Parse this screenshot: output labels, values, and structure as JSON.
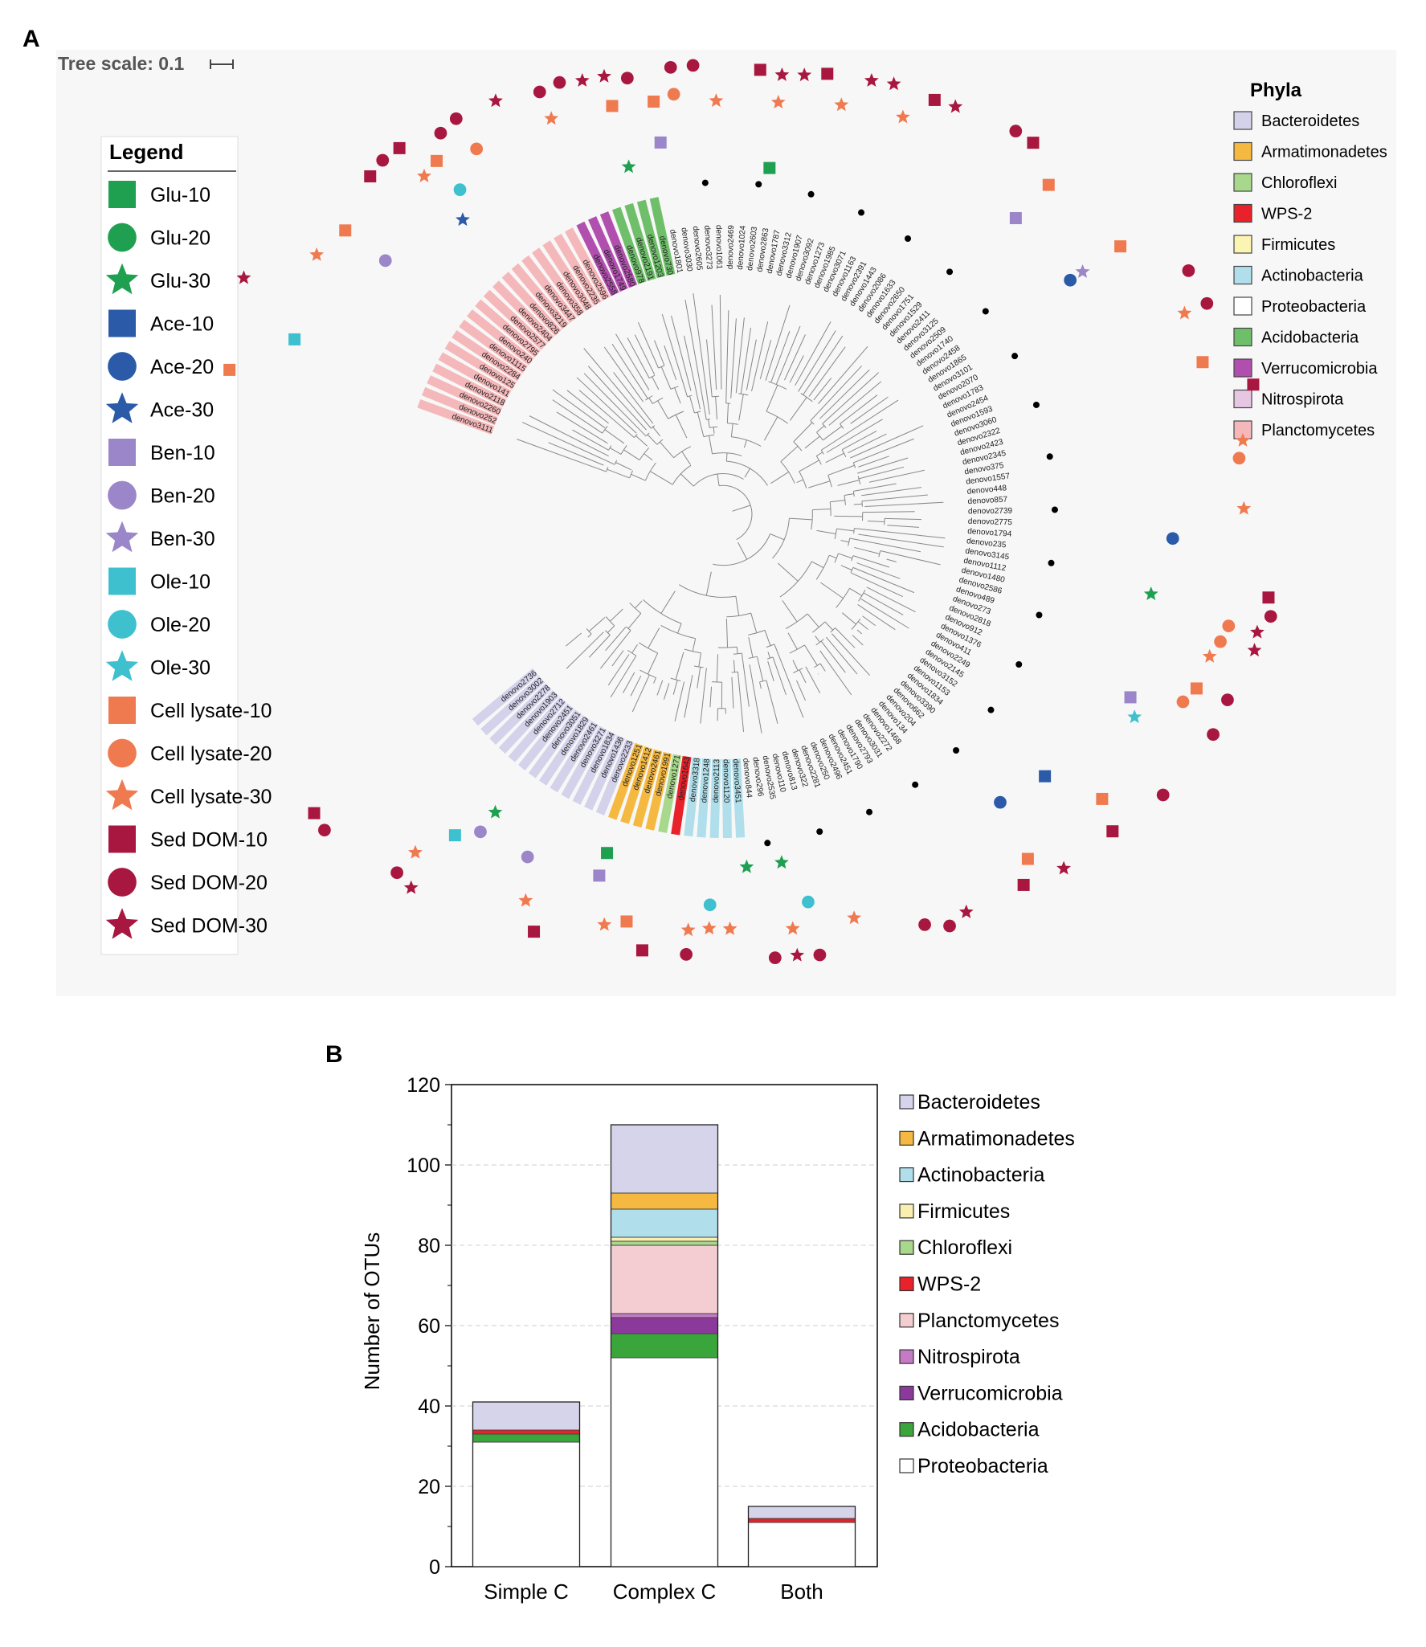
{
  "panel_a": {
    "label": "A",
    "tree_scale": "Tree scale: 0.1",
    "legend_title": "Legend",
    "legend_items": [
      {
        "label": "Glu-10",
        "color": "#1fa050",
        "shape": "square"
      },
      {
        "label": "Glu-20",
        "color": "#1fa050",
        "shape": "circle"
      },
      {
        "label": "Glu-30",
        "color": "#1fa050",
        "shape": "star"
      },
      {
        "label": "Ace-10",
        "color": "#2a5aa8",
        "shape": "square"
      },
      {
        "label": "Ace-20",
        "color": "#2a5aa8",
        "shape": "circle"
      },
      {
        "label": "Ace-30",
        "color": "#2a5aa8",
        "shape": "star"
      },
      {
        "label": "Ben-10",
        "color": "#9a86c8",
        "shape": "square"
      },
      {
        "label": "Ben-20",
        "color": "#9a86c8",
        "shape": "circle"
      },
      {
        "label": "Ben-30",
        "color": "#9a86c8",
        "shape": "star"
      },
      {
        "label": "Ole-10",
        "color": "#3fc0cf",
        "shape": "square"
      },
      {
        "label": "Ole-20",
        "color": "#3fc0cf",
        "shape": "circle"
      },
      {
        "label": "Ole-30",
        "color": "#3fc0cf",
        "shape": "star"
      },
      {
        "label": "Cell lysate-10",
        "color": "#f07a50",
        "shape": "square"
      },
      {
        "label": "Cell lysate-20",
        "color": "#f07a50",
        "shape": "circle"
      },
      {
        "label": "Cell lysate-30",
        "color": "#f07a50",
        "shape": "star"
      },
      {
        "label": "Sed DOM-10",
        "color": "#a8173f",
        "shape": "square"
      },
      {
        "label": "Sed DOM-20",
        "color": "#a8173f",
        "shape": "circle"
      },
      {
        "label": "Sed DOM-30",
        "color": "#a8173f",
        "shape": "star"
      }
    ],
    "phyla_title": "Phyla",
    "phyla": [
      {
        "label": "Bacteroidetes",
        "color": "#d4d2ea"
      },
      {
        "label": "Armatimonadetes",
        "color": "#f5b942"
      },
      {
        "label": "Chloroflexi",
        "color": "#a8d88c"
      },
      {
        "label": "WPS-2",
        "color": "#e8212a"
      },
      {
        "label": "Firmicutes",
        "color": "#fbf4b2"
      },
      {
        "label": "Actinobacteria",
        "color": "#b0dfeb"
      },
      {
        "label": "Proteobacteria",
        "color": "#ffffff"
      },
      {
        "label": "Acidobacteria",
        "color": "#6fbf6a"
      },
      {
        "label": "Verrucomicrobia",
        "color": "#b04fae"
      },
      {
        "label": "Nitrospirota",
        "color": "#e6c6e2"
      },
      {
        "label": "Planctomycetes",
        "color": "#f5b8ba"
      }
    ],
    "leaf_labels": [
      "denovo3111",
      "denovo252",
      "denovo2260",
      "denovo2118",
      "denovo141",
      "denovo125",
      "denovo2284",
      "denovo1115",
      "denovo240",
      "denovo2795",
      "denovo2577",
      "denovo2404",
      "denovo826",
      "denovo3219",
      "denovo3447",
      "denovo358",
      "denovo3048",
      "denovo2235",
      "denovo2596",
      "denovo2558",
      "denovo1749",
      "denovo2580",
      "denovo978",
      "denovo2191",
      "denovo1203",
      "denovo730",
      "denovo1801",
      "denovo3030",
      "denovo2605",
      "denovo3273",
      "denovo1061",
      "denovo2469",
      "denovo1024",
      "denovo2603",
      "denovo2863",
      "denovo1787",
      "denovo3312",
      "denovo1907",
      "denovo3092",
      "denovo1273",
      "denovo1985",
      "denovo3071",
      "denovo1163",
      "denovo2391",
      "denovo1443",
      "denovo2086",
      "denovo1633",
      "denovo2650",
      "denovo1751",
      "denovo1529",
      "denovo2411",
      "denovo3125",
      "denovo2509",
      "denovo1740",
      "denovo2458",
      "denovo1865",
      "denovo3101",
      "denovo2070",
      "denovo1783",
      "denovo2454",
      "denovo1593",
      "denovo3060",
      "denovo2322",
      "denovo2423",
      "denovo2345",
      "denovo375",
      "denovo1557",
      "denovo448",
      "denovo857",
      "denovo2739",
      "denovo2775",
      "denovo1794",
      "denovo235",
      "denovo3145",
      "denovo1112",
      "denovo1480",
      "denovo2586",
      "denovo489",
      "denovo273",
      "denovo2818",
      "denovo912",
      "denovo1376",
      "denovo411",
      "denovo2249",
      "denovo2145",
      "denovo3152",
      "denovo1153",
      "denovo1834",
      "denovo3390",
      "denovo662",
      "denovo204",
      "denovo134",
      "denovo1468",
      "denovo2272",
      "denovo3031",
      "denovo2793",
      "denovo1790",
      "denovo2451",
      "denovo2496",
      "denovo250",
      "denovo2281",
      "denovo322",
      "denovo813",
      "denovo110",
      "denovo2535",
      "denovo296",
      "denovo844",
      "denovo3451",
      "denovo1120",
      "denovo2113",
      "denovo1248",
      "denovo3318",
      "denovo1643",
      "denovo1271",
      "denovo1991",
      "denovo2461",
      "denovo1412",
      "denovo1251",
      "denovo2233",
      "denovo1436",
      "denovo1834",
      "denovo3271",
      "denovo2461",
      "denovo1829",
      "denovo3051",
      "denovo2451",
      "denovo2712",
      "denovo1903",
      "denovo2278",
      "denovo3002",
      "denovo2736"
    ]
  },
  "panel_b": {
    "label": "B",
    "chart_data": {
      "type": "bar",
      "stacked": true,
      "ylabel": "Number of OTUs",
      "ylim": [
        0,
        120
      ],
      "yticks": [
        "0",
        "20",
        "40",
        "60",
        "80",
        "100",
        "120"
      ],
      "categories": [
        "Simple C",
        "Complex C",
        "Both"
      ],
      "grid": true,
      "legend_position": "right",
      "series": [
        {
          "name": "Proteobacteria",
          "color": "#ffffff",
          "values": [
            31,
            52,
            11
          ]
        },
        {
          "name": "Acidobacteria",
          "color": "#3aa53a",
          "values": [
            2,
            6,
            0
          ]
        },
        {
          "name": "Verrucomicrobia",
          "color": "#8b3a9c",
          "values": [
            0,
            4,
            0
          ]
        },
        {
          "name": "Nitrospirota",
          "color": "#c57ac4",
          "values": [
            0,
            1,
            0
          ]
        },
        {
          "name": "Planctomycetes",
          "color": "#f3cdd1",
          "values": [
            0,
            17,
            0
          ]
        },
        {
          "name": "WPS-2",
          "color": "#e8212a",
          "values": [
            1,
            0,
            1
          ]
        },
        {
          "name": "Chloroflexi",
          "color": "#a8d88c",
          "values": [
            0,
            1,
            0
          ]
        },
        {
          "name": "Firmicutes",
          "color": "#f8efb0",
          "values": [
            0,
            1,
            0
          ]
        },
        {
          "name": "Actinobacteria",
          "color": "#b0dfeb",
          "values": [
            0,
            7,
            0
          ]
        },
        {
          "name": "Armatimonadetes",
          "color": "#f5b942",
          "values": [
            0,
            4,
            0
          ]
        },
        {
          "name": "Bacteroidetes",
          "color": "#d6d4ea",
          "values": [
            7,
            17,
            3
          ]
        }
      ],
      "legend_order": [
        "Bacteroidetes",
        "Armatimonadetes",
        "Actinobacteria",
        "Firmicutes",
        "Chloroflexi",
        "WPS-2",
        "Planctomycetes",
        "Nitrospirota",
        "Verrucomicrobia",
        "Acidobacteria",
        "Proteobacteria"
      ]
    }
  }
}
